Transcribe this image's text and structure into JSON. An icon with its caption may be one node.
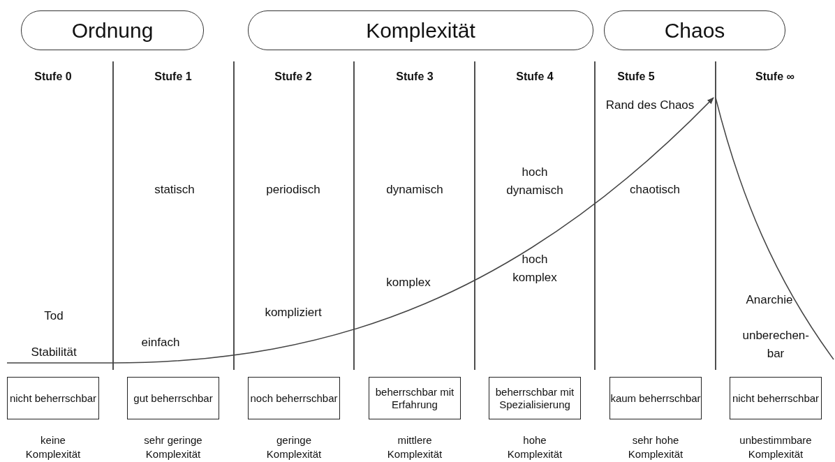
{
  "diagram": {
    "nodes": [
      {
        "text": [
          "Ordnung"
        ]
      },
      {
        "text": [
          "Komplexität"
        ]
      },
      {
        "text": [
          "Chaos"
        ]
      },
      {
        "text": [
          "nicht beherrschbar"
        ]
      },
      {
        "text": [
          "gut beherrschbar"
        ]
      },
      {
        "text": [
          "noch beherrschbar"
        ]
      },
      {
        "text": [
          "beherrschbar mit Erfahrung"
        ]
      },
      {
        "text": [
          "beherrschbar mit Spezialisierung"
        ]
      },
      {
        "text": [
          "kaum beherrschbar"
        ]
      },
      {
        "text": [
          "nicht beherrschbar"
        ]
      }
    ],
    "edges": [],
    "labels": [
      "Stufe 0",
      "Stufe 1",
      "Stufe 2",
      "Stufe 3",
      "Stufe 4",
      "Stufe 5",
      "Stufe ∞",
      "Rand des Chaos",
      "hoch dynamisch",
      "statisch",
      "periodisch",
      "dynamisch",
      "chaotisch",
      "hoch komplex",
      "komplex",
      "Anarchie",
      "Tod",
      "kompliziert",
      "einfach",
      "unberechen- bar",
      "Stabilität",
      "keine Komplexität",
      "sehr geringe Komplexität",
      "geringe Komplexität",
      "mittlere Komplexität",
      "hohe Komplexität",
      "sehr hohe Komplexität",
      "unbestimmbare Komplexität"
    ]
  }
}
